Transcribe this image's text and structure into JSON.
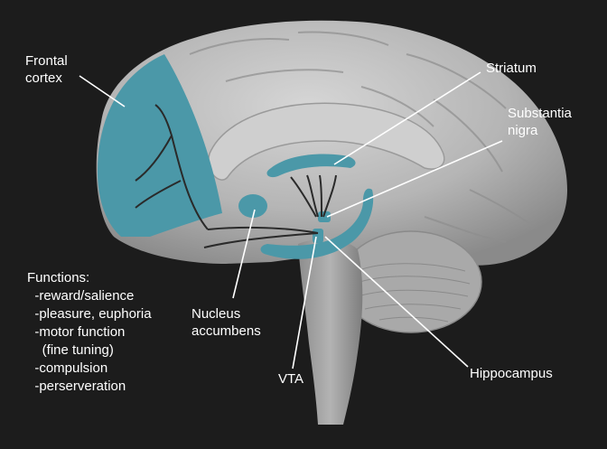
{
  "labels": {
    "frontal_cortex": "Frontal\ncortex",
    "striatum": "Striatum",
    "substantia_nigra": "Substantia\nnigra",
    "nucleus_accumbens": "Nucleus\naccumbens",
    "vta": "VTA",
    "hippocampus": "Hippocampus"
  },
  "functions": {
    "title": "Functions:",
    "items": [
      "  -reward/salience",
      "  -pleasure, euphoria",
      "  -motor function",
      "    (fine tuning)",
      "  -compulsion",
      "  -perserveration"
    ]
  },
  "colors": {
    "background": "#1c1c1c",
    "brain": "#b9b9b9",
    "highlight": "#4b98a8",
    "leader": "#ffffff",
    "pathway": "#2a2a2a"
  }
}
